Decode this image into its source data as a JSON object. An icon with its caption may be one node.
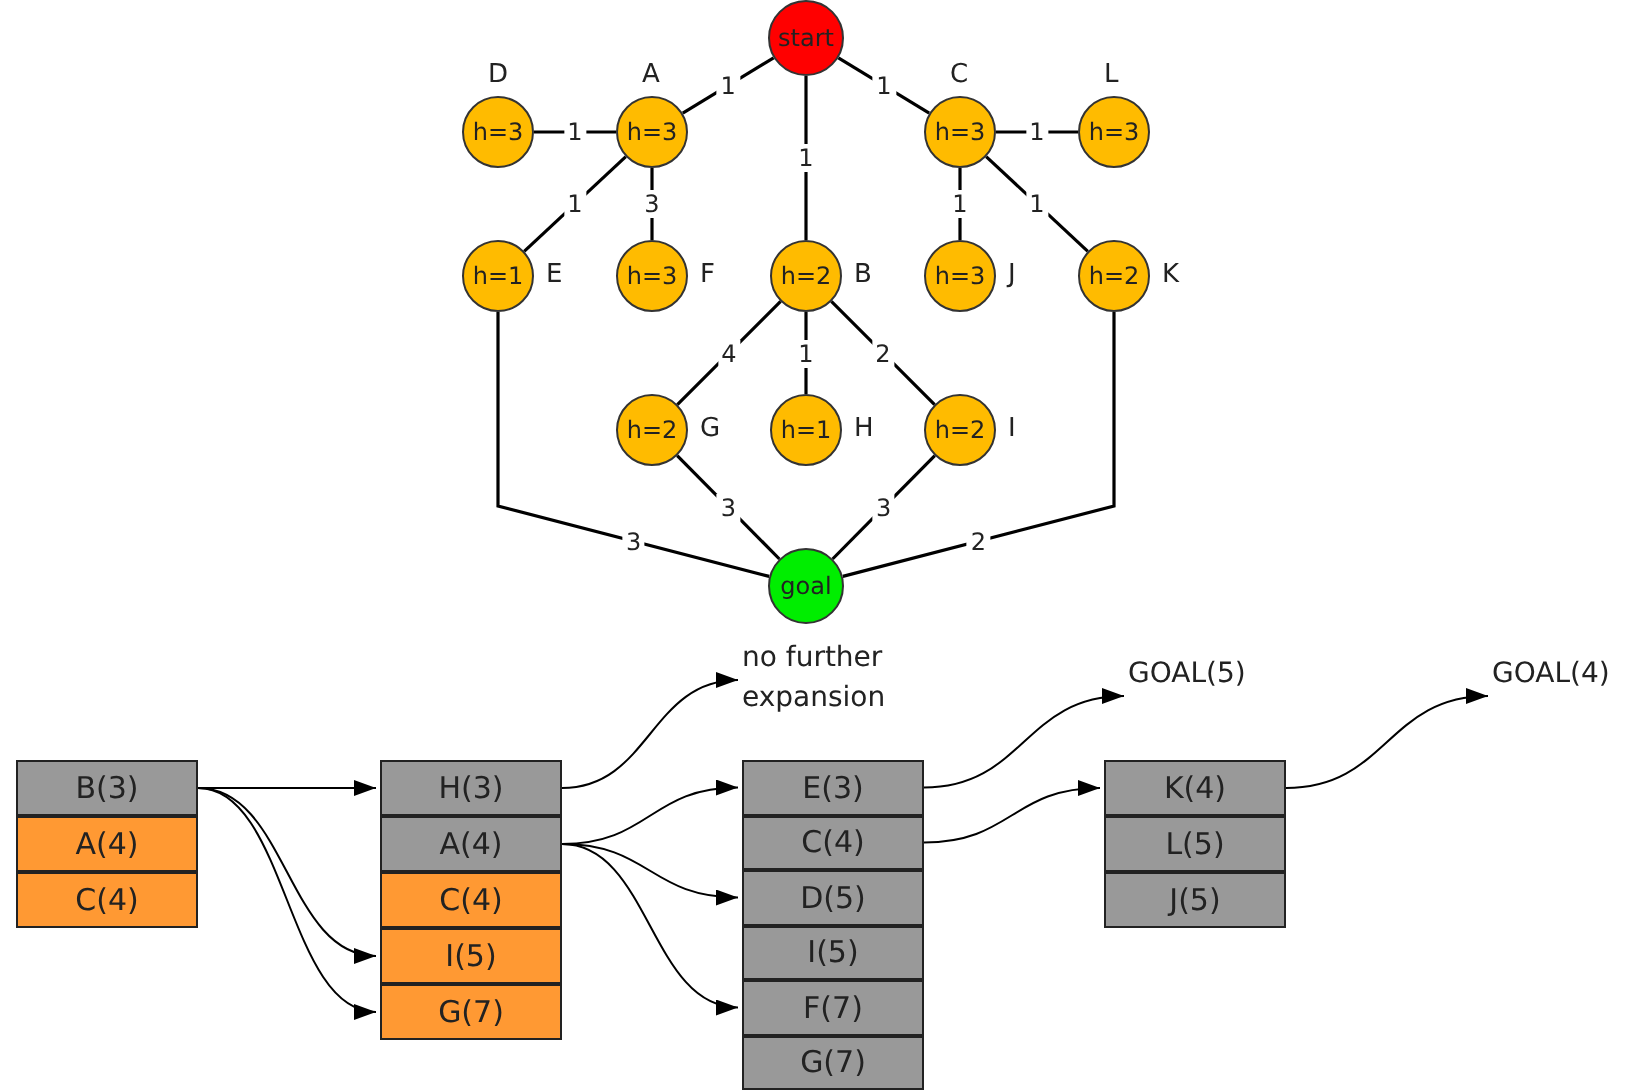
{
  "diagram": {
    "nodes": [
      {
        "text": [
          "start"
        ]
      },
      {
        "text": [
          "h=3"
        ],
        "beside": [
          "D"
        ]
      },
      {
        "text": [
          "h=3"
        ],
        "beside": [
          "A"
        ]
      },
      {
        "text": [
          "h=3"
        ],
        "beside": [
          "C"
        ]
      },
      {
        "text": [
          "h=3"
        ],
        "beside": [
          "L"
        ]
      },
      {
        "text": [
          "h=1"
        ],
        "beside": [
          "E"
        ]
      },
      {
        "text": [
          "h=3"
        ],
        "beside": [
          "F"
        ]
      },
      {
        "text": [
          "h=2"
        ],
        "beside": [
          "B"
        ]
      },
      {
        "text": [
          "h=3"
        ],
        "beside": [
          "J"
        ]
      },
      {
        "text": [
          "h=2"
        ],
        "beside": [
          "K"
        ]
      },
      {
        "text": [
          "h=2"
        ],
        "beside": [
          "G"
        ]
      },
      {
        "text": [
          "h=1"
        ],
        "beside": [
          "H"
        ]
      },
      {
        "text": [
          "h=2"
        ],
        "beside": [
          "I"
        ]
      },
      {
        "text": [
          "goal"
        ]
      },
      {
        "text": [
          "no further expansion"
        ]
      },
      {
        "text": [
          "GOAL(5)"
        ]
      },
      {
        "text": [
          "GOAL(4)"
        ]
      },
      {
        "text": [
          "B(3)"
        ]
      },
      {
        "text": [
          "A(4)"
        ]
      },
      {
        "text": [
          "C(4)"
        ]
      },
      {
        "text": [
          "H(3)"
        ]
      },
      {
        "text": [
          "A(4)"
        ]
      },
      {
        "text": [
          "C(4)"
        ]
      },
      {
        "text": [
          "I(5)"
        ]
      },
      {
        "text": [
          "G(7)"
        ]
      },
      {
        "text": [
          "E(3)"
        ]
      },
      {
        "text": [
          "C(4)"
        ]
      },
      {
        "text": [
          "D(5)"
        ]
      },
      {
        "text": [
          "I(5)"
        ]
      },
      {
        "text": [
          "F(7)"
        ]
      },
      {
        "text": [
          "G(7)"
        ]
      },
      {
        "text": [
          "K(4)"
        ]
      },
      {
        "text": [
          "L(5)"
        ]
      },
      {
        "text": [
          "J(5)"
        ]
      }
    ],
    "edges": [
      {
        "from": 0,
        "to": 2,
        "arrow": "none",
        "label": "1"
      },
      {
        "from": 0,
        "to": 7,
        "arrow": "none",
        "label": "1"
      },
      {
        "from": 0,
        "to": 3,
        "arrow": "none",
        "label": "1"
      },
      {
        "from": 2,
        "to": 1,
        "arrow": "none",
        "label": "1"
      },
      {
        "from": 2,
        "to": 5,
        "arrow": "none",
        "label": "1"
      },
      {
        "from": 2,
        "to": 6,
        "arrow": "none",
        "label": "3"
      },
      {
        "from": 3,
        "to": 4,
        "arrow": "none",
        "label": "1"
      },
      {
        "from": 3,
        "to": 8,
        "arrow": "none",
        "label": "1"
      },
      {
        "from": 3,
        "to": 9,
        "arrow": "none",
        "label": "1"
      },
      {
        "from": 7,
        "to": 10,
        "arrow": "none",
        "label": "4"
      },
      {
        "from": 7,
        "to": 11,
        "arrow": "none",
        "label": "1"
      },
      {
        "from": 7,
        "to": 12,
        "arrow": "none",
        "label": "2"
      },
      {
        "from": 10,
        "to": 13,
        "arrow": "none",
        "label": "3"
      },
      {
        "from": 12,
        "to": 13,
        "arrow": "none",
        "label": "3"
      },
      {
        "from": 5,
        "to": 13,
        "arrow": "none",
        "label": "3"
      },
      {
        "from": 9,
        "to": 13,
        "arrow": "none",
        "label": "2"
      },
      {
        "from": 17,
        "to": 20,
        "arrow": "to"
      },
      {
        "from": 17,
        "to": 23,
        "arrow": "to"
      },
      {
        "from": 17,
        "to": 24,
        "arrow": "to"
      },
      {
        "from": 20,
        "to": 14,
        "arrow": "to"
      },
      {
        "from": 21,
        "to": 25,
        "arrow": "to"
      },
      {
        "from": 21,
        "to": 27,
        "arrow": "to"
      },
      {
        "from": 21,
        "to": 29,
        "arrow": "to"
      },
      {
        "from": 25,
        "to": 15,
        "arrow": "to"
      },
      {
        "from": 26,
        "to": 31,
        "arrow": "to"
      },
      {
        "from": 31,
        "to": 16,
        "arrow": "to"
      }
    ]
  }
}
